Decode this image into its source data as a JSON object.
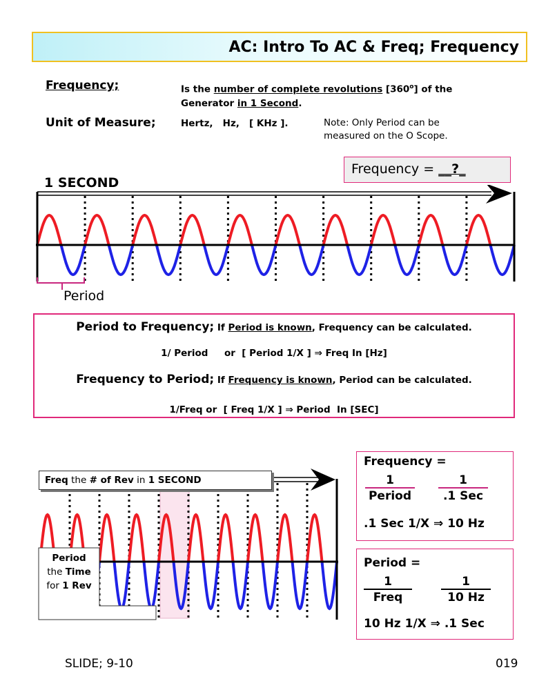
{
  "title": {
    "main": "AC: Intro To AC & Freq;",
    "sub": " Frequency"
  },
  "definition": {
    "label": "Frequency;",
    "text_pre": "Is the ",
    "text_u1": "number of complete revolutions",
    "text_mid": " [360",
    "degree": "o",
    "text_mid2": "] of the",
    "line2_pre": "Generator ",
    "line2_u": "in 1 Second",
    "line2_post": "."
  },
  "unit": {
    "label": "Unit of Measure;",
    "value": "Hertz,   Hz,   [ KHz ].",
    "note_line1": "Note: Only Period can be",
    "note_line2": "measured on the O Scope."
  },
  "wave1": {
    "freq_box_label": "Frequency = ",
    "freq_box_blank": "__?_",
    "time_label": "1 SECOND",
    "period_label": "Period",
    "cycles": 10
  },
  "calc": {
    "p2f_title": "Period to Frequency;",
    "p2f_if": " If ",
    "p2f_u": "Period is known",
    "p2f_rest": ", Frequency can be calculated.",
    "p2f_formula": "1/ Period     or  [ Period 1/X ] ⇒ Freq In [Hz]",
    "f2p_title": "Frequency to Period;",
    "f2p_if": " If ",
    "f2p_u": "Frequency is known",
    "f2p_rest": ", Period can be calculated.",
    "f2p_formula": "1/Freq or  [ Freq 1/X ] ⇒ Period  In [SEC]"
  },
  "wave2": {
    "callout_freq_b1": "Freq",
    "callout_freq_t1": " the ",
    "callout_freq_b2": "# of Rev",
    "callout_freq_t2": " in ",
    "callout_freq_b3": "1 SECOND",
    "callout_period_l1": "Period",
    "callout_period_l2a": "the ",
    "callout_period_l2b": "Time",
    "callout_period_l3a": "for ",
    "callout_period_l3b": "1 Rev",
    "cycles": 10
  },
  "freq_box": {
    "title": "Frequency =",
    "num1": "1",
    "den1": "Period",
    "num2": "1",
    "den2": ".1 Sec",
    "result": ".1 Sec 1/X ⇒ 10 Hz"
  },
  "period_box": {
    "title": "Period =",
    "num1": "1",
    "den1": "Freq",
    "num2": "1",
    "den2": "10 Hz",
    "result": "10 Hz 1/X ⇒ .1 Sec"
  },
  "footer": {
    "slide": "SLIDE; 9-10",
    "page": "019"
  },
  "colors": {
    "positive_half": "#ee1c24",
    "negative_half": "#1e22e6",
    "accent": "#e0287a",
    "title_border": "#f0c020"
  }
}
